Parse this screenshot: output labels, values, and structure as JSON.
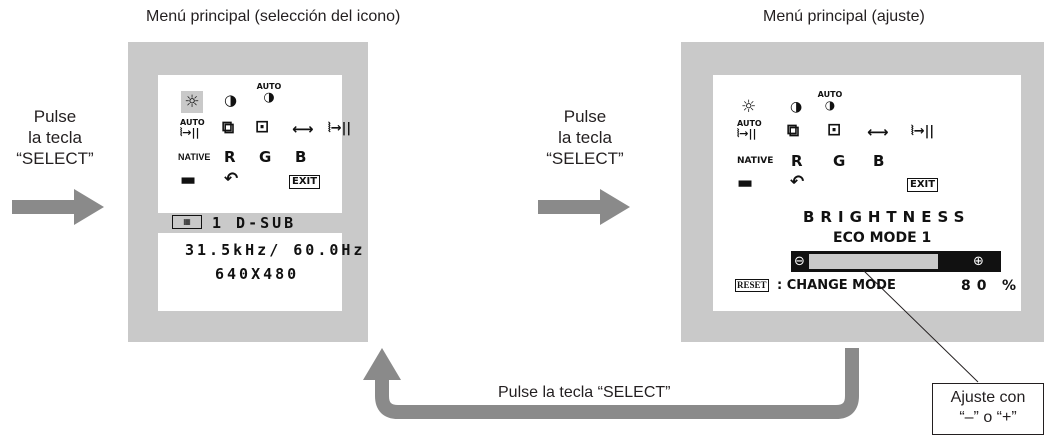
{
  "titles": {
    "left": "Menú principal (selección del icono)",
    "right": "Menú principal (ajuste)"
  },
  "steps": {
    "pulse_left": [
      "Pulse",
      "la tecla",
      "“SELECT”"
    ],
    "pulse_middle": [
      "Pulse",
      "la tecla",
      "“SELECT”"
    ],
    "bottom": "Pulse la tecla “SELECT”"
  },
  "left_osd": {
    "auto_label": "AUTO",
    "native_label": "NATIVE",
    "r": "R",
    "g": "G",
    "b": "B",
    "exit_label": "EXIT",
    "input_line": "1  D-SUB",
    "freq_line": "31.5kHz/ 60.0Hz",
    "res_line": "640X480"
  },
  "right_osd": {
    "auto_label": "AUTO",
    "native_label": "NATIVE",
    "r": "R",
    "g": "G",
    "b": "B",
    "exit_label": "EXIT",
    "setting_name": "BRIGHTNESS",
    "mode_name": "ECO MODE 1",
    "minus_symbol": "⊖",
    "plus_symbol": "⊕",
    "reset_label": "RESET",
    "change_mode": ": CHANGE MODE",
    "value": "80",
    "unit": "%",
    "level_percent": 80
  },
  "callout": [
    "Ajuste con",
    "“–” o “+”"
  ],
  "colors": {
    "monitor_frame": "#c9c9c9",
    "arrow": "#8a8a8a",
    "highlight_bar": "#c9c9c9",
    "slider_fill": "#111111"
  }
}
